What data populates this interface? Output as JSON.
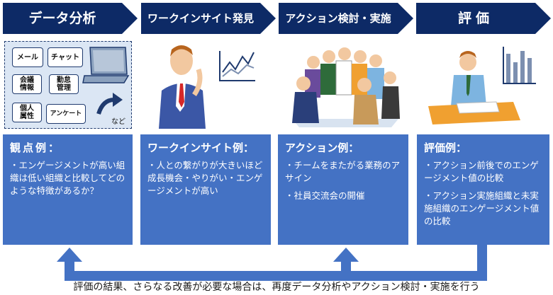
{
  "steps": [
    {
      "title": "データ分析"
    },
    {
      "title": "ワークインサイト発見"
    },
    {
      "title": "アクション検討・実施"
    },
    {
      "title": "評価"
    }
  ],
  "data_sources": [
    "メール",
    "チャット",
    "会議\n情報",
    "勤怠\n管理",
    "個人\n属性",
    "アンケート"
  ],
  "data_sources_suffix": "など",
  "boxes": [
    {
      "heading": "観点例：",
      "items": [
        "・エンゲージメントが高い組織は低い組織と比較してどのような特徴があるか？"
      ]
    },
    {
      "heading": "ワークインサイト例：",
      "items": [
        "・人との繋がりが大きいほど成長機会・やりがい・エンゲージメントが高い"
      ]
    },
    {
      "heading": "アクション例：",
      "items": [
        "・チームをまたがる業務のアサイン",
        "・社員交流会の開催"
      ]
    },
    {
      "heading": "評価例：",
      "items": [
        "・アクション前後でのエンゲージメント値の比較",
        "・アクション実施組織と未実施組織のエンゲージメント値の比較"
      ]
    }
  ],
  "footer": "評価の結果、さらなる改善が必要な場合は、再度データ分析やアクション検討・実施を行う",
  "colors": {
    "header": "#0d2a66",
    "box": "#4472c4",
    "arrow": "#4472c4"
  }
}
